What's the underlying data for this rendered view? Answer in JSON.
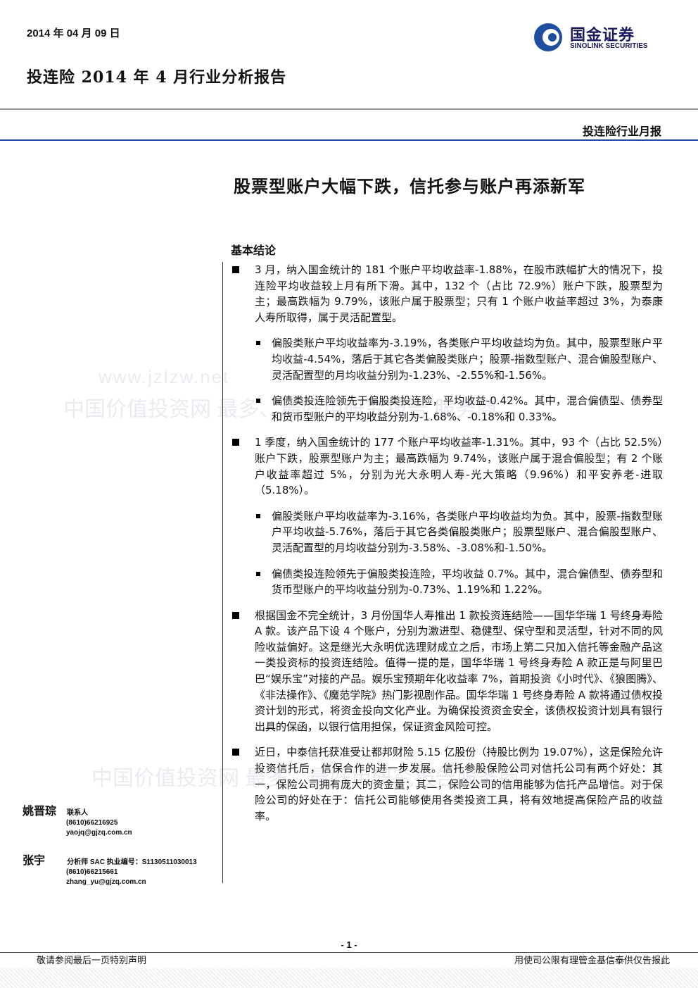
{
  "header": {
    "date": "2014 年 04 月 09 日",
    "logo_cn": "国金证券",
    "logo_en": "SINOLINK SECURITIES",
    "logo_icon": "sinolink-logo-icon",
    "report_title": "投连险 2014 年 4 月行业分析报告",
    "doc_type": "投连险行业月报"
  },
  "headline": "股票型账户大幅下跌，信托参与账户再添新军",
  "section_title": "基本结论",
  "paragraphs": [
    {
      "level": 1,
      "text": "3 月，纳入国金统计的 181 个账户平均收益率-1.88%，在股市跌幅扩大的情况下，投连险平均收益较上月有所下滑。其中，132 个（占比 72.9%）账户下跌，股票型为主；最高跌幅为 9.79%，该账户属于股票型；只有 1 个账户收益率超过 3%，为泰康人寿所取得，属于灵活配置型。"
    },
    {
      "level": 2,
      "text": "偏股类账户平均收益率为-3.19%，各类账户平均收益均为负。其中，股票型账户平均收益-4.54%，落后于其它各类偏股类账户；股票-指数型账户、混合偏股型账户、灵活配置型的月均收益分别为-1.23%、-2.55%和-1.56%。"
    },
    {
      "level": 2,
      "text": "偏债类投连险领先于偏股类投连险，平均收益-0.42%。其中，混合偏债型、债券型和货币型账户的平均收益分别为-1.68%、-0.18%和 0.33%。"
    },
    {
      "level": 1,
      "text": "1 季度，纳入国金统计的 177 个账户平均收益率-1.31%。其中，93 个（占比 52.5%）账户下跌，股票型账户为主；最高跌幅为 9.74%，该账户属于混合偏股型；有 2 个账户收益率超过 5%，分别为光大永明人寿-光大策略（9.96%）和平安养老-进取（5.18%）。"
    },
    {
      "level": 2,
      "text": "偏股类账户平均收益率为-3.16%，各类账户平均收益均为负。其中，股票-指数型账户平均收益-5.76%，落后于其它各类偏股类账户；股票型账户、混合偏股型账户、灵活配置型的月均收益分别为-3.58%、-3.08%和-1.50%。"
    },
    {
      "level": 2,
      "text": "偏债类投连险领先于偏股类投连险，平均收益 0.7%。其中，混合偏债型、债券型和货币型账户的平均收益分别为-0.73%、1.19%和 1.22%。"
    },
    {
      "level": 1,
      "text": "根据国金不完全统计，3 月份国华人寿推出 1 款投资连结险——国华华瑞 1 号终身寿险 A 款。该产品下设 4 个账户，分别为激进型、稳健型、保守型和灵活型，针对不同的风险收益偏好。这是继光大永明优选理财成立之后，市场上第二只加入信托等金融产品这一类投资标的投资连结险。值得一提的是，国华华瑞 1 号终身寿险 A 款正是与阿里巴巴“娱乐宝”对接的产品。娱乐宝预期年化收益率 7%，首期投资《小时代》、《狼图腾》、《非法操作》、《魔范学院》热门影视剧作品。国华华瑞 1 号终身寿险 A 款将通过债权投资计划的形式，将资金投向文化产业。为确保投资资金安全，该债权投资计划具有银行出具的保函，以银行信用担保，保证资金风险可控。"
    },
    {
      "level": 1,
      "text": "近日，中泰信托获准受让都邦财险 5.15 亿股份（持股比例为 19.07%），这是保险允许投资信托后，信保合作的进一步发展。信托参股保险公司对信托公司有两个好处：其一，保险公司拥有庞大的资金量；其二，保险公司的信用能够为信托产品增信。对于保险公司的好处在于：信托公司能够使用各类投资工具，将有效地提高保险产品的收益率。"
    }
  ],
  "contacts": [
    {
      "name": "姚晋琮",
      "role": "联系人",
      "phone": "(8610)66216925",
      "email": "yaojq@gjzq.com.cn"
    },
    {
      "name": "张宇",
      "role": "分析师 SAC 执业编号：S1130511030013",
      "phone": "(8610)66215661",
      "email": "zhang_yu@gjzq.com.cn"
    }
  ],
  "watermark": {
    "line1": "www.jzlzw.net",
    "line2": "中国价值投资网 最多、最好用研究报告 服务商",
    "line3": "中国价值投资网 最多、最好用研究报告服务商"
  },
  "footer": {
    "page": "- 1 -",
    "left": "敬请参阅最后一页特别声明",
    "right": "用使司公限有理管金基信泰供仅告报此"
  }
}
